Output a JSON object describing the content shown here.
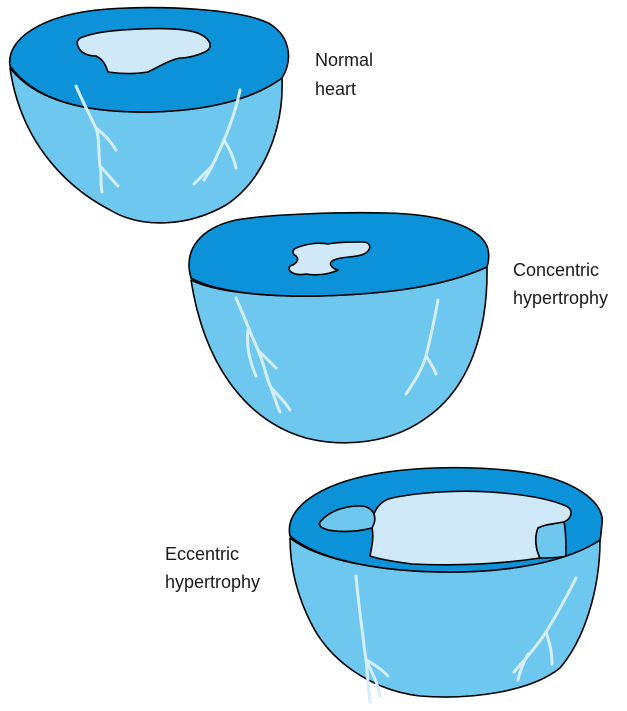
{
  "labels": {
    "normal": [
      "Normal",
      "heart"
    ],
    "concentric": [
      "Concentric",
      "hypertrophy"
    ],
    "eccentric": [
      "Eccentric",
      "hypertrophy"
    ]
  },
  "colors": {
    "wall_top": "#0b92d8",
    "wall_side": "#6ec7ee",
    "cavity": "#cfe9f8",
    "vessel": "#d4eefa",
    "outline": "#000000"
  }
}
